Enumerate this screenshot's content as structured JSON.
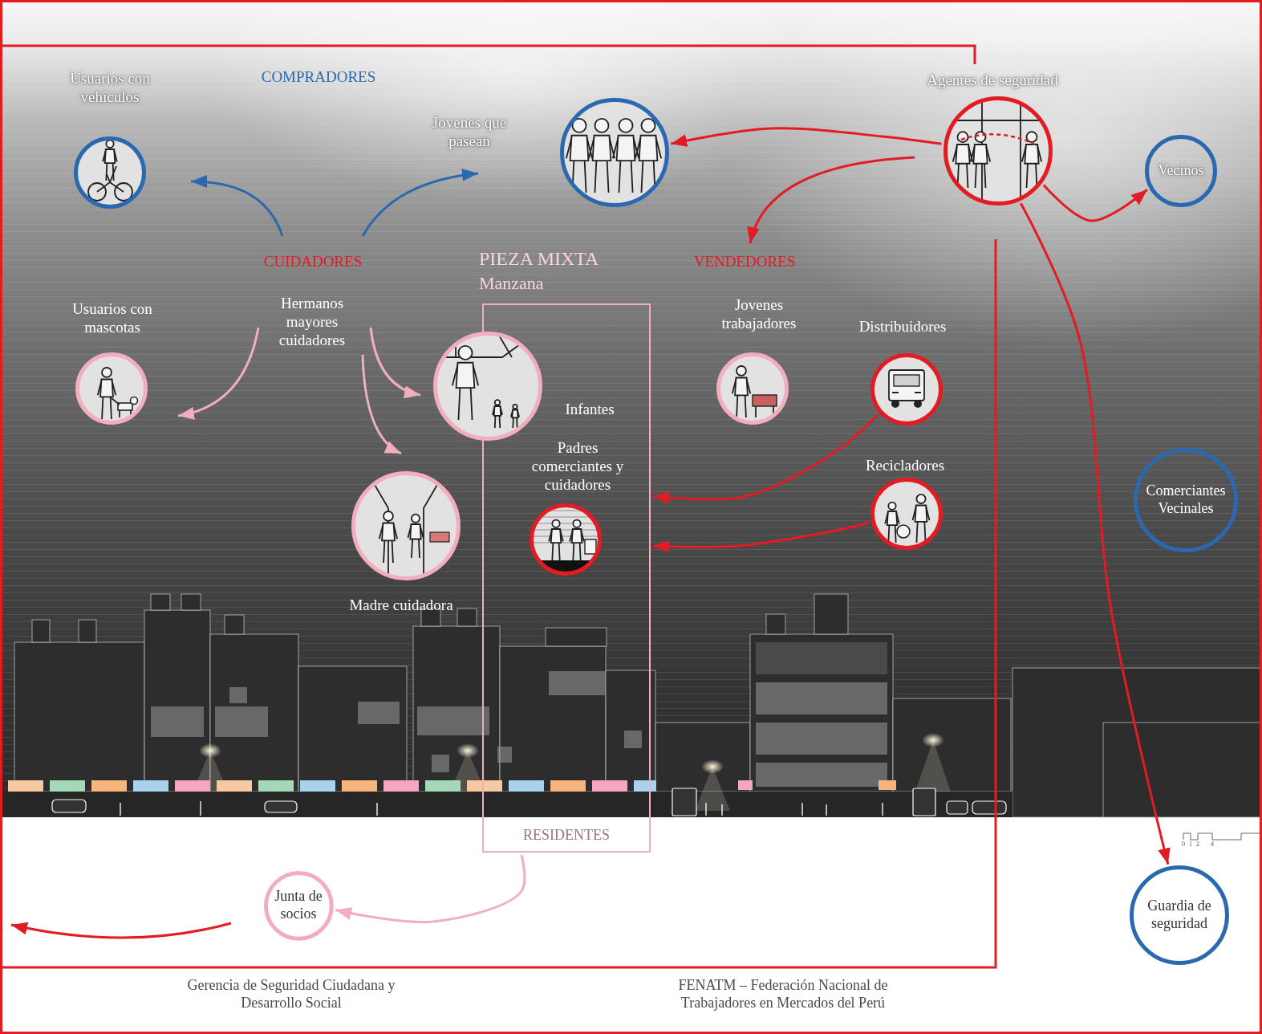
{
  "diagram": {
    "nodes": [
      {
        "text": [
          "Usuarios con vehículos"
        ]
      },
      {
        "text": [
          "Jovenes que pasean"
        ]
      },
      {
        "text": [
          "Agentes de seguridad"
        ]
      },
      {
        "text": [
          "Vecinos"
        ]
      },
      {
        "text": [
          "PIEZA MIXTA",
          "Manzana",
          "RESIDENTES"
        ]
      },
      {
        "text": [
          "Usuarios con mascotas"
        ]
      },
      {
        "text": [
          "Infantes"
        ],
        "in": 4
      },
      {
        "text": [
          "Jovenes trabajadores"
        ]
      },
      {
        "text": [
          "Distribuidores"
        ]
      },
      {
        "text": [
          "Padres comerciantes y cuidadores"
        ],
        "in": 4
      },
      {
        "text": [
          "Recicladores"
        ]
      },
      {
        "text": [
          "Comerciantes Vecinales"
        ]
      },
      {
        "text": [
          "Madre cuidadora"
        ]
      },
      {
        "text": [
          "Junta de socios"
        ]
      },
      {
        "text": [
          "Guardia de seguridad"
        ]
      }
    ],
    "edges": [
      {
        "from": 2,
        "to": 1,
        "arrow": "to"
      },
      {
        "from": 2,
        "to": 3,
        "arrow": "to"
      },
      {
        "from": 2,
        "to": 14,
        "arrow": "to"
      },
      {
        "from": 8,
        "to": 4,
        "arrow": "to"
      },
      {
        "from": 10,
        "to": 4,
        "arrow": "to"
      },
      {
        "from": 4,
        "to": 13,
        "arrow": "to"
      }
    ],
    "labels": [
      "COMPRADORES",
      "CUIDADORES",
      "Hermanos mayores cuidadores",
      "VENDEDORES",
      "Gerencia de Seguridad Ciudadana y Desarrollo Social",
      "FENATM – Federación Nacional de Trabajadores en Mercados del Perú",
      "0",
      "1",
      "2",
      "4"
    ]
  }
}
